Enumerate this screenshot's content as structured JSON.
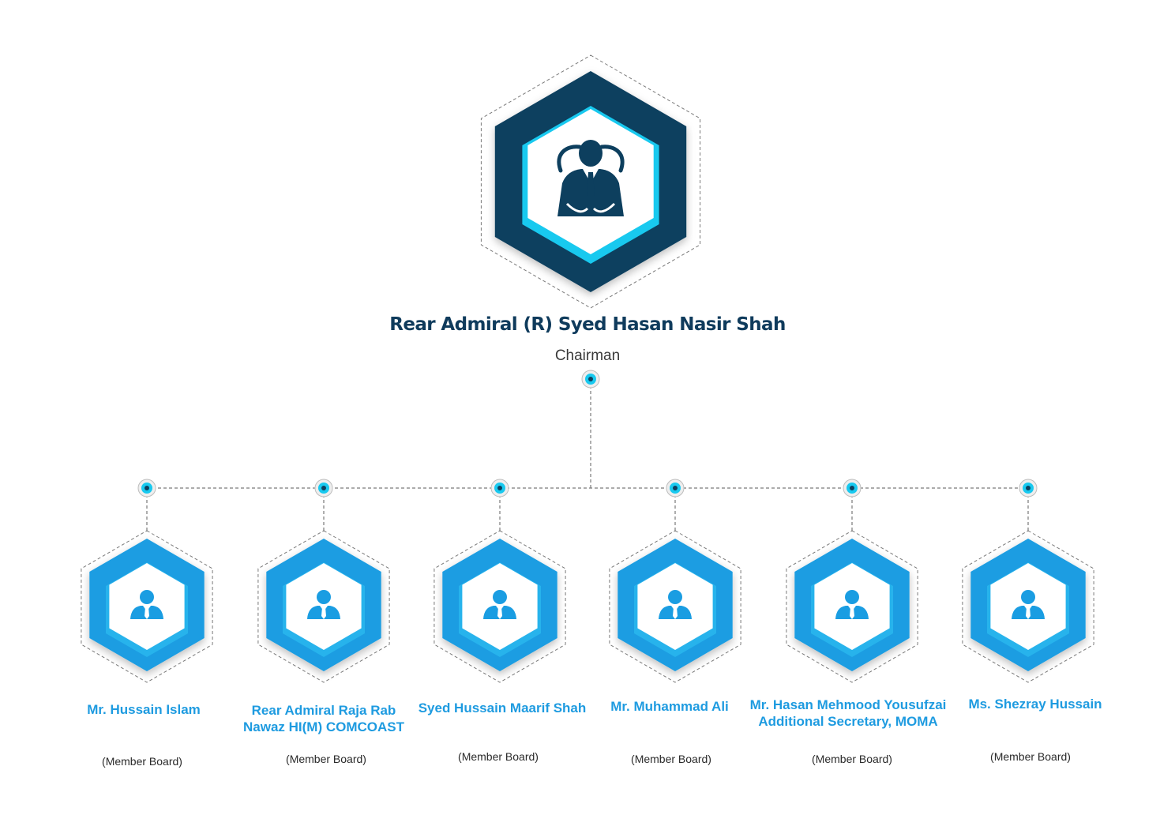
{
  "colors": {
    "navy": "#0d3f5e",
    "cyan": "#18c9ef",
    "blue": "#1a9de2",
    "light_blue": "#27b3ec",
    "connector": "#7a7a7a",
    "name_blue": "#1e9be0",
    "chair_text": "#0f3b5c"
  },
  "chairman": {
    "name": "Rear Admiral (R) Syed Hasan Nasir Shah",
    "title": "Chairman",
    "icon": "business-person-chair-icon"
  },
  "members": [
    {
      "name": "Mr. Hussain Islam",
      "role": "(Member Board)",
      "icon": "person-icon"
    },
    {
      "name": "Rear Admiral Raja Rab Nawaz HI(M) COMCOAST",
      "role": "(Member Board)",
      "icon": "person-icon"
    },
    {
      "name": "Syed Hussain Maarif Shah",
      "role": "(Member Board)",
      "icon": "person-icon"
    },
    {
      "name": "Mr. Muhammad Ali",
      "role": "(Member Board)",
      "icon": "person-icon"
    },
    {
      "name": "Mr. Hasan Mehmood Yousufzai Additional Secretary, MOMA",
      "role": "(Member Board)",
      "icon": "person-icon"
    },
    {
      "name": "Ms. Shezray Hussain",
      "role": "(Member Board)",
      "icon": "person-icon"
    }
  ]
}
